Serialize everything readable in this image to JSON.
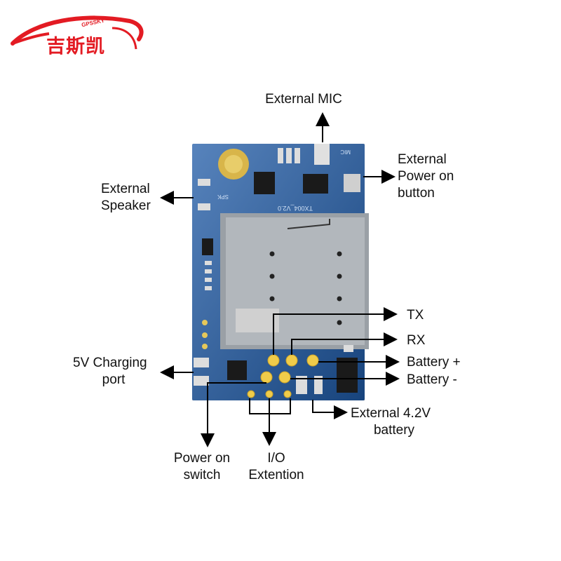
{
  "brand": {
    "name": "吉斯凯",
    "sub": "GPSSKY",
    "color": "#e31b23"
  },
  "board": {
    "silkscreen_model": "TX004_V2.0",
    "silkscreen_mic": "MIC",
    "silkscreen_spk": "SPK",
    "pcb_color": "#1f5aa6"
  },
  "labels": {
    "external_mic": "External MIC",
    "external_power_on_button": [
      "External",
      "Power on",
      "button"
    ],
    "external_speaker": [
      "External",
      "Speaker"
    ],
    "tx": "TX",
    "rx": "RX",
    "battery_plus": "Battery +",
    "battery_minus": "Battery -",
    "charging_port": [
      "5V Charging",
      "port"
    ],
    "external_battery": [
      "External 4.2V",
      "battery"
    ],
    "power_on_switch": [
      "Power on",
      "switch"
    ],
    "io_extention": [
      "I/O",
      "Extention"
    ]
  }
}
